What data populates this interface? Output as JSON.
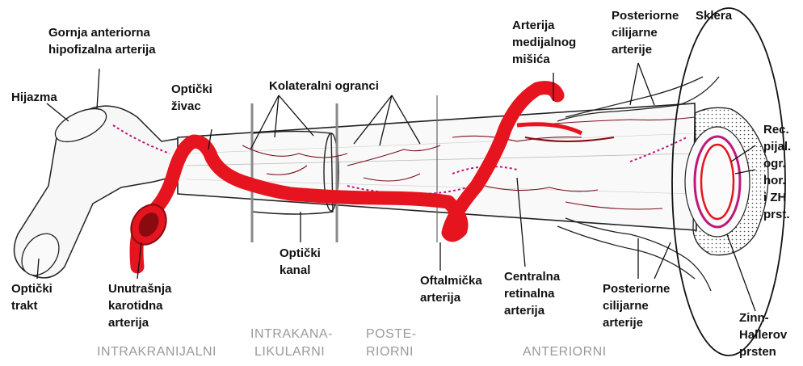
{
  "labels": {
    "gornja": [
      "Gornja anteriorna",
      "hipofizalna arterija"
    ],
    "hijazma": [
      "Hijazma"
    ],
    "opticki_zivac": [
      "Optički",
      "živac"
    ],
    "kolateralni": [
      "Kolateralni ogranci"
    ],
    "arterija_medijalnog": [
      "Arterija",
      "medijalnog",
      "mišića"
    ],
    "posteriorne_top": [
      "Posteriorne",
      "cilijarne",
      "arterije"
    ],
    "sklera": [
      "Sklera"
    ],
    "rec_pijal": [
      "Rec.",
      "pijal.",
      "ogr.",
      "hor.",
      "i ZH",
      "prst."
    ],
    "opticki_trakt": [
      "Optički",
      "trakt"
    ],
    "unutrasnja": [
      "Unutrašnja",
      "karotidna",
      "arterija"
    ],
    "opticki_kanal": [
      "Optički",
      "kanal"
    ],
    "oftalmicka": [
      "Oftalmička",
      "arterija"
    ],
    "centralna": [
      "Centralna",
      "retinalna",
      "arterija"
    ],
    "posteriorne_bottom": [
      "Posteriorne",
      "cilijarne",
      "arterije"
    ],
    "zinn": [
      "Zinn-",
      "Hallerov",
      "prsten"
    ]
  },
  "segments": {
    "intrakranijalni": [
      "INTRAKRANIJALNI"
    ],
    "intrakanalikularni": [
      "INTRAKANA-",
      "LIKULARNI"
    ],
    "posteriorni": [
      "POSTE-",
      "RIORNI"
    ],
    "anteriorni": [
      "ANTERIORNI"
    ]
  },
  "colors": {
    "artery": "#e5141e",
    "artery_dark": "#8a0a10",
    "nerve_outline": "#222222",
    "segment_text": "#9a9a9a",
    "capillary": "#c0187a"
  }
}
